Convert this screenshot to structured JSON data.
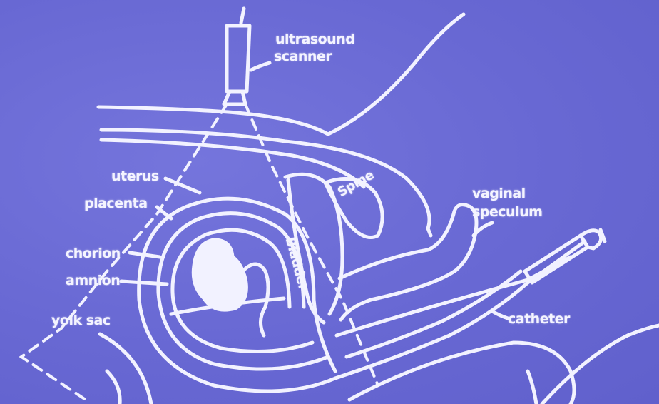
{
  "diagram": {
    "background_color": "#6a6ad6",
    "line_color": "#f4f4ff",
    "labels": {
      "ultrasound": "ultrasound",
      "scanner": "scanner",
      "uterus": "uterus",
      "placenta": "placenta",
      "chorion": "chorion",
      "amnion": "amnion",
      "yolk_sac": "yolk sac",
      "vaginal": "vaginal",
      "speculum": "speculum",
      "catheter": "catheter",
      "bladder": "Bladder",
      "spine": "Spine"
    }
  }
}
